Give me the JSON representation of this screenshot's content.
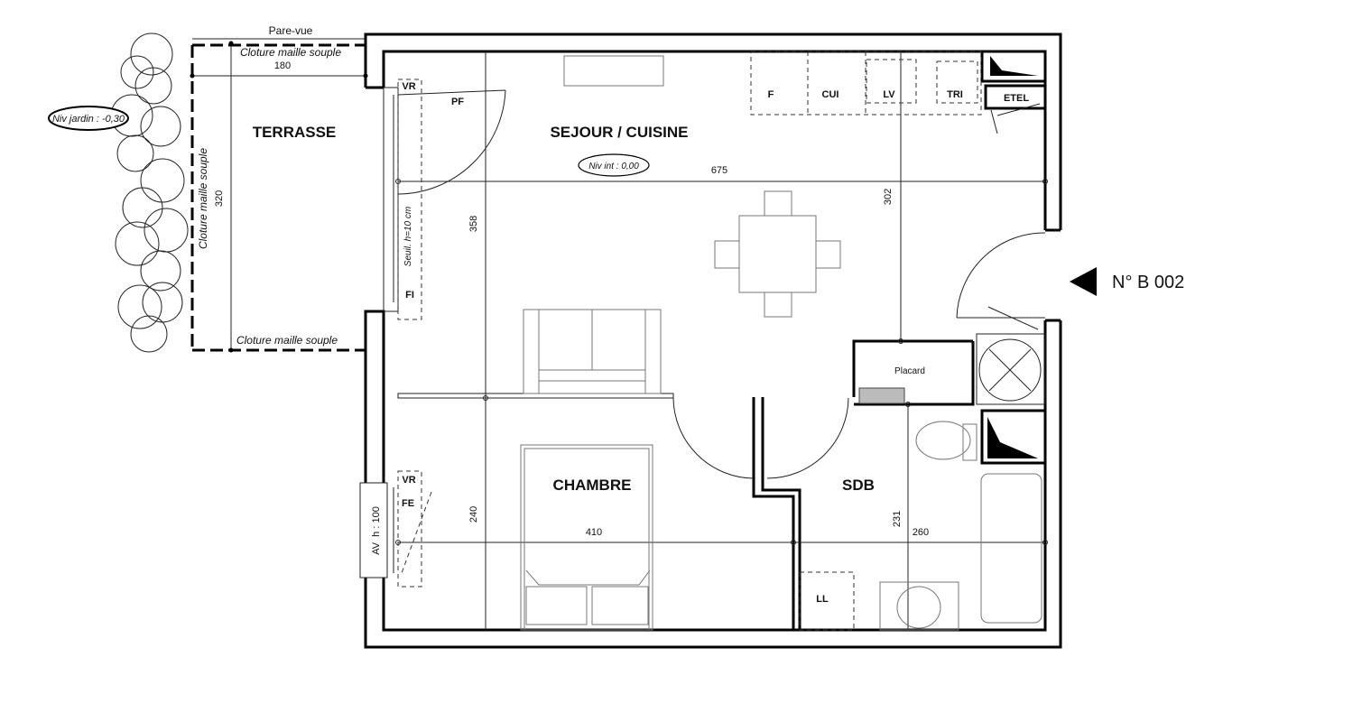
{
  "plan": {
    "unit_number": "N° B 002",
    "rooms": {
      "terrace": "TERRASSE",
      "living": "SEJOUR / CUISINE",
      "bedroom": "CHAMBRE",
      "bathroom": "SDB",
      "closet": "Placard"
    },
    "terrace": {
      "screen": "Pare-vue",
      "fence_top": "Cloture maille souple",
      "fence_left": "Cloture maille souple",
      "fence_bottom": "Cloture maille souple",
      "width": "180",
      "depth": "320",
      "garden_level": "Niv jardin : -0,30"
    },
    "living": {
      "level": "Niv int : 0,00",
      "width": "675",
      "depth_left": "358",
      "depth_right": "302",
      "threshold": "Seuil. h=10 cm",
      "shutter": "VR",
      "window_door": "PF",
      "fixed_window": "FI",
      "kitchen": [
        "F",
        "CUI",
        "LV",
        "TRI"
      ],
      "panel": "ETEL"
    },
    "bedroom": {
      "shutter": "VR",
      "window": "FE",
      "railing": "AV  h : 100",
      "depth": "240",
      "width": "410"
    },
    "bathroom": {
      "depth": "231",
      "width": "260",
      "washer": "LL"
    }
  }
}
